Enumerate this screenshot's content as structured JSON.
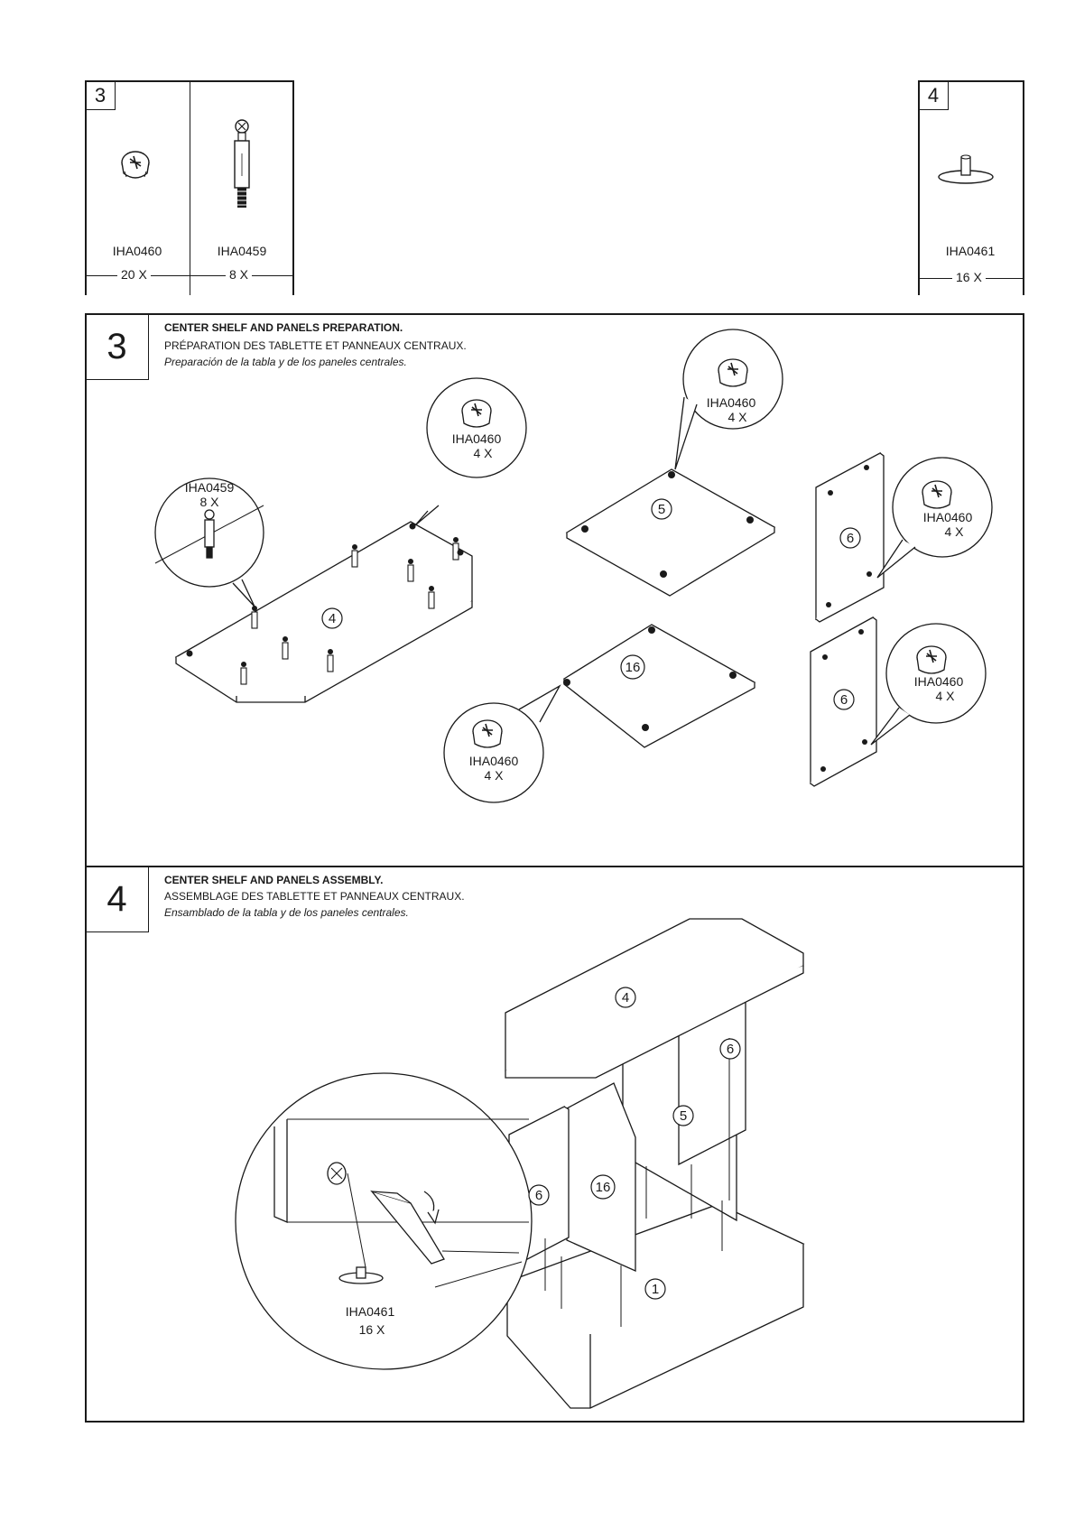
{
  "parts_legend": {
    "bag_3": {
      "number": "3",
      "items": [
        {
          "code": "IHA0460",
          "qty": "20 X"
        },
        {
          "code": "IHA0459",
          "qty": "8 X"
        }
      ]
    },
    "bag_4": {
      "number": "4",
      "items": [
        {
          "code": "IHA0461",
          "qty": "16 X"
        }
      ]
    }
  },
  "steps": [
    {
      "number": "3",
      "title_en": "CENTER SHELF AND PANELS PREPARATION.",
      "title_fr": "PRÉPARATION DES TABLETTE ET PANNEAUX CENTRAUX.",
      "title_es": "Preparación de la tabla y de los paneles centrales.",
      "callouts": [
        {
          "code": "IHA0459",
          "qty": "8 X"
        },
        {
          "code": "IHA0460",
          "qty": "4 X"
        },
        {
          "code": "IHA0460",
          "qty": "4 X"
        },
        {
          "code": "IHA0460",
          "qty": "4 X"
        },
        {
          "code": "IHA0460",
          "qty": "4 X"
        },
        {
          "code": "IHA0460",
          "qty": "4 X"
        }
      ],
      "panel_labels": [
        "4",
        "5",
        "16",
        "6",
        "6"
      ]
    },
    {
      "number": "4",
      "title_en": "CENTER SHELF AND PANELS ASSEMBLY.",
      "title_fr": "ASSEMBLAGE DES TABLETTE ET PANNEAUX CENTRAUX.",
      "title_es": "Ensamblado de la tabla y de los paneles centrales.",
      "callouts": [
        {
          "code": "IHA0461",
          "qty": "16 X"
        }
      ],
      "panel_labels": [
        "4",
        "6",
        "5",
        "6",
        "16",
        "1"
      ]
    }
  ]
}
